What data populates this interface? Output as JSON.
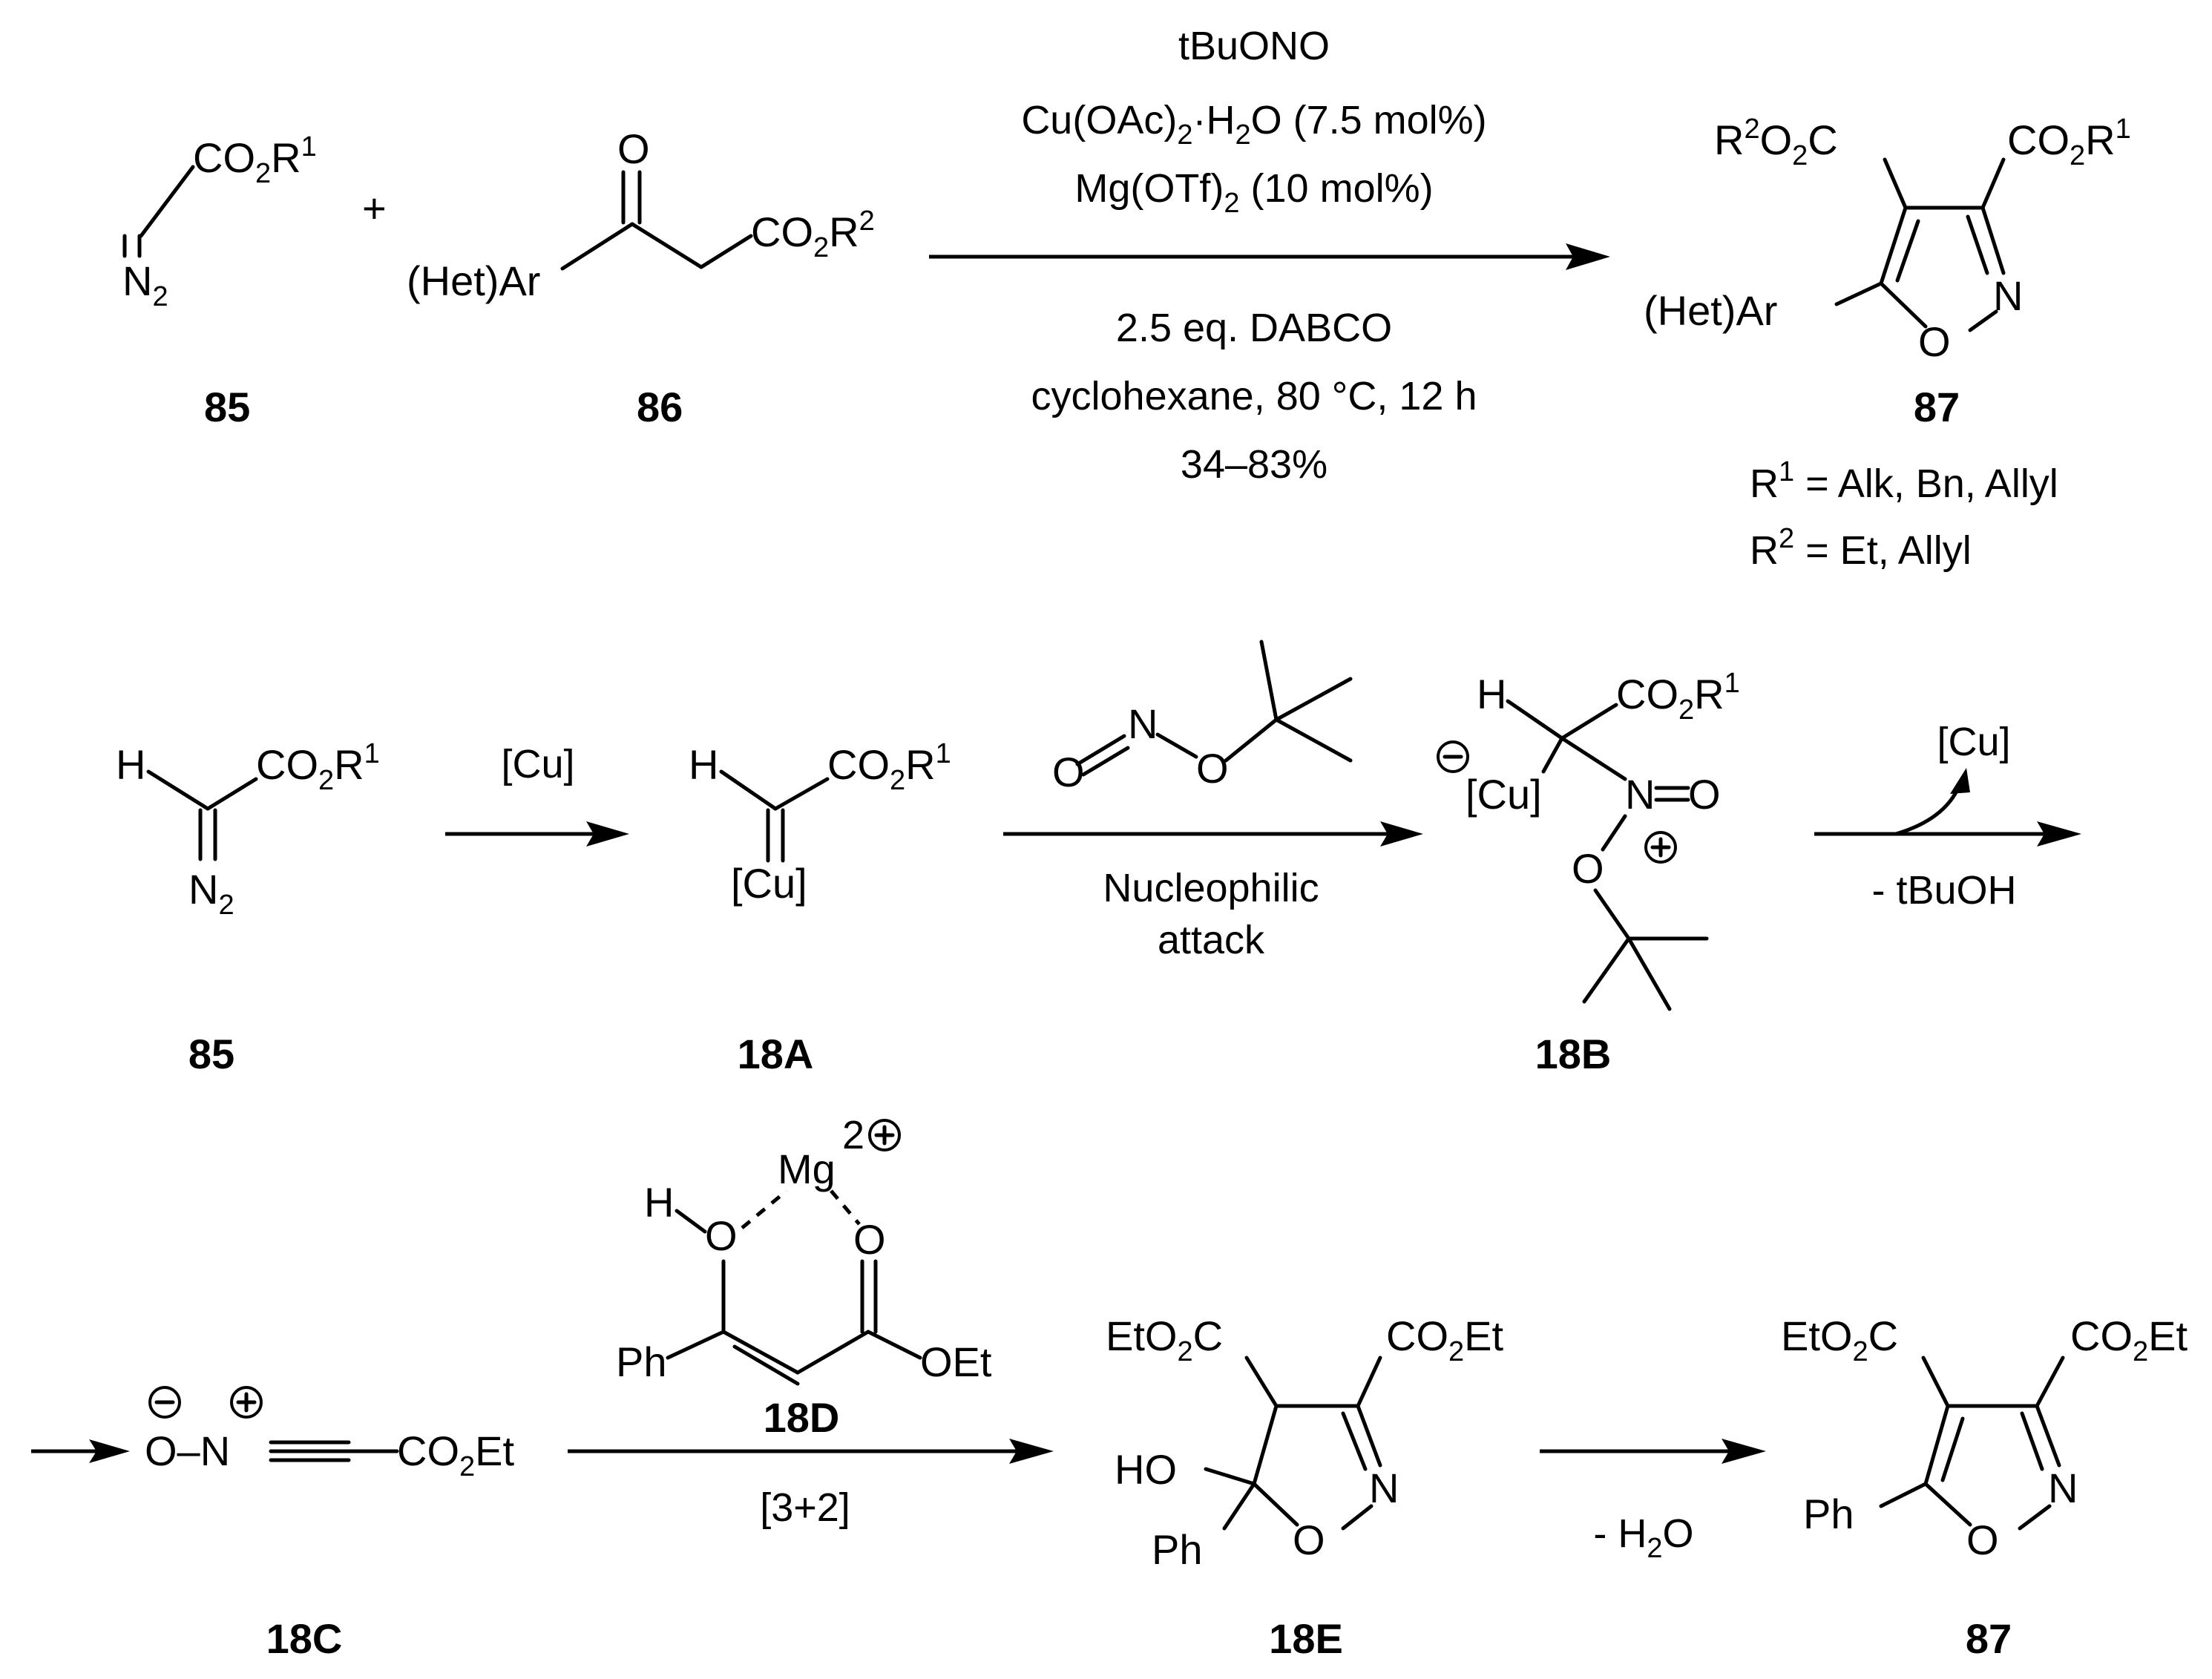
{
  "compounds": {
    "c85": "85",
    "c86": "86",
    "c87": "87",
    "c18A": "18A",
    "c18B": "18B",
    "c18C": "18C",
    "c18D": "18D",
    "c18E": "18E"
  },
  "labels": {
    "co2r": "CO",
    "two": "2",
    "r": "R",
    "one": "1",
    "r2": "R",
    "sup2": "2",
    "n": "N",
    "o": "O",
    "h": "H",
    "plus": "+",
    "hetar": "(Het)Ar",
    "cu": "[Cu]",
    "mg": "Mg",
    "ho": "HO",
    "ph": "Ph",
    "oet": "OEt",
    "co2et": "CO",
    "et": "Et",
    "eto2c_a": "EtO",
    "eto2c_c": "C",
    "o_minus_n": "O–N",
    "nplus_o": "N=O",
    "r2o2c_o": "O",
    "r2o2c_c": "C"
  },
  "conditions": {
    "top_line1": "tBuONO",
    "top_line2": "Cu(OAc)",
    "top_line2b": "·H",
    "top_line2c": "O (7.5 mol%)",
    "top_line3": "Mg(OTf)",
    "top_line3b": " (10 mol%)",
    "bottom_line1": "2.5 eq. DABCO",
    "bottom_line2": "cyclohexane, 80 °C, 12 h",
    "bottom_line3": "34–83%",
    "r1_def": " = Alk, Bn, Allyl",
    "r2_def": " = Et, Allyl",
    "step1": "[Cu]",
    "step2a": "Nucleophilic",
    "step2b": "attack",
    "step3_top": "[Cu]",
    "step3_bottom": "- tBuOH",
    "step4": "[3+2]",
    "step5": "- H",
    "step5b": "O",
    "mg_charge": "2"
  }
}
